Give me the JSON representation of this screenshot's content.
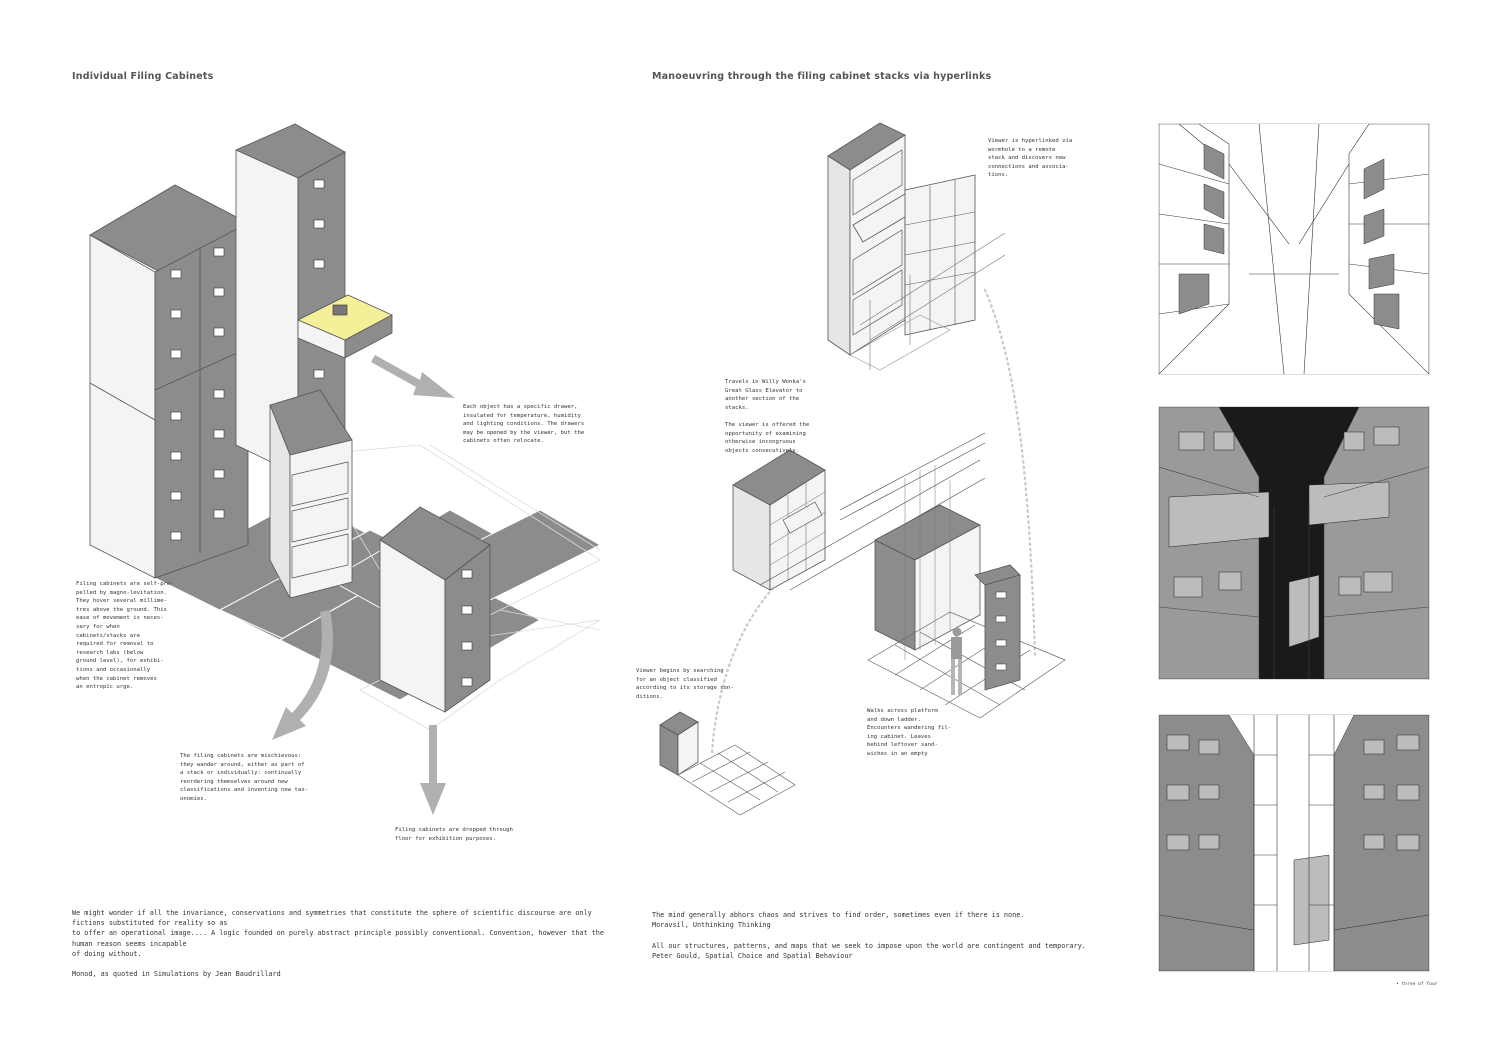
{
  "headings": {
    "left": "Individual Filing Cabinets",
    "right": "Manoeuvring through the filing cabinet stacks via hyperlinks"
  },
  "annotations": {
    "drawer": "Each object has a specific drawer,\ninsulated for temperature, humidity\nand lighting conditions. The drawers\nmay be opened by the viewer, but the\ncabinets often relocate.",
    "propulsion": "Filing cabinets are self-pro-\npelled by magno-levitation.\nThey hover several millime-\ntres above the ground. This\nease of movement is neces-\nsary for when\ncabinets/stacks are\nrequired for removal to\nresearch labs (below\nground level), for exhibi-\ntions and occasionally\nwhen the cabinet removes\nan entropic urge.",
    "mischievous": "The filing cabinets are mischievous:\nthey wander around, either as part of\na stack or individually: continually\nreordering themselves around new\nclassifications and inventing new tax-\nonomies.",
    "dropped": "Filing cabinets are dropped through\nfloor for exhibition purposes.",
    "hyperlinked": "Viewer is hyperlinked via\nwormhole to a remote\nstack and discovers new\nconnections and associa-\ntions.",
    "elevator": "Travels in Willy Wonka's\nGreat Glass Elevator to\nanother section of the\nstacks.\n\nThe viewer is offered the\nopportunity of examining\notherwise incongruous\nobjects consecutively.",
    "begins": "Viewer begins by searching\nfor an object classified\naccording to its storage con-\nditions.",
    "walks": "Walks across platform\nand down ladder.\nEncounters wandering fil-\ning cabinet. Leaves\nbehind leftover sand-\nwiches in an empty"
  },
  "quotes": {
    "left": "We might wonder if all the invariance, conservations and symmetries that constitute the sphere of scientific discourse are only fictions substituted for reality so as\nto offer an operational image.... A logic founded on purely abstract principle possibly conventional. Convention, however that the human reason seems incapable\nof doing without.\n\nMonod, as quoted in Simulations by Jean Baudrillard",
    "right": "The mind generally abhors chaos and strives to find order, sometimes even if there is none.\nMoravsil, Unthinking Thinking\n\nAll our structures, patterns, and maps that we seek to impose upon the world are contingent and temporary.\nPeter Gould, Spatial Choice and Spatial Behaviour"
  },
  "page_number": "• three of four",
  "colors": {
    "cabinet_dark": "#8c8c8c",
    "cabinet_light": "#f4f4f4",
    "drawer_interior": "#f6ef9a",
    "arrow": "#b0b0b0",
    "floor": "#8c8c8c"
  }
}
